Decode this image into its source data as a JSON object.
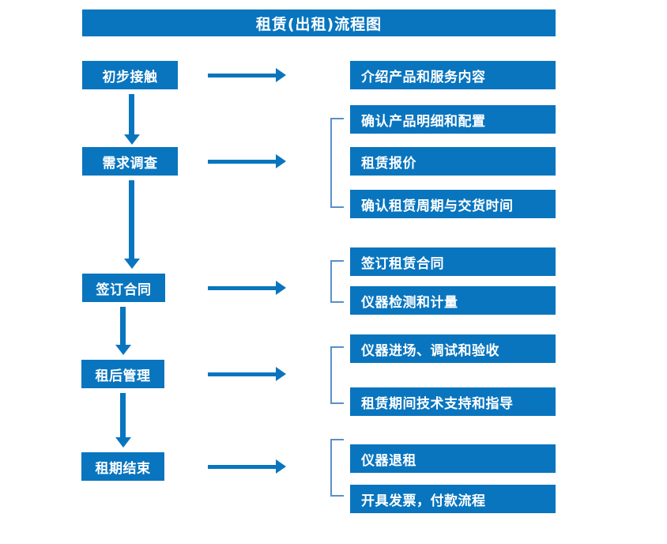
{
  "title": "租赁(出租)流程图",
  "colors": {
    "box_fill": "#0975BF",
    "box_text": "#FFFFFF",
    "arrow": "#0975BF",
    "bracket": "#5B8FC9",
    "background": "#FFFFFF"
  },
  "stages": [
    {
      "label": "初步接触"
    },
    {
      "label": "需求调查"
    },
    {
      "label": "签订合同"
    },
    {
      "label": "租后管理"
    },
    {
      "label": "租期结束"
    }
  ],
  "details": [
    {
      "label": "介绍产品和服务内容"
    },
    {
      "label": "确认产品明细和配置"
    },
    {
      "label": "租赁报价"
    },
    {
      "label": "确认租赁周期与交货时间"
    },
    {
      "label": "签订租赁合同"
    },
    {
      "label": "仪器检测和计量"
    },
    {
      "label": "仪器进场、调试和验收"
    },
    {
      "label": "租赁期间技术支持和指导"
    },
    {
      "label": "仪器退租"
    },
    {
      "label": "开具发票，付款流程"
    }
  ],
  "chart_data": {
    "type": "diagram",
    "title": "租赁(出租)流程图",
    "orientation": "vertical-left-stages-with-right-details",
    "nodes": [
      {
        "id": "s1",
        "column": "stage",
        "label": "初步接触"
      },
      {
        "id": "s2",
        "column": "stage",
        "label": "需求调查"
      },
      {
        "id": "s3",
        "column": "stage",
        "label": "签订合同"
      },
      {
        "id": "s4",
        "column": "stage",
        "label": "租后管理"
      },
      {
        "id": "s5",
        "column": "stage",
        "label": "租期结束"
      },
      {
        "id": "d1",
        "column": "detail",
        "label": "介绍产品和服务内容"
      },
      {
        "id": "d2",
        "column": "detail",
        "label": "确认产品明细和配置"
      },
      {
        "id": "d3",
        "column": "detail",
        "label": "租赁报价"
      },
      {
        "id": "d4",
        "column": "detail",
        "label": "确认租赁周期与交货时间"
      },
      {
        "id": "d5",
        "column": "detail",
        "label": "签订租赁合同"
      },
      {
        "id": "d6",
        "column": "detail",
        "label": "仪器检测和计量"
      },
      {
        "id": "d7",
        "column": "detail",
        "label": "仪器进场、调试和验收"
      },
      {
        "id": "d8",
        "column": "detail",
        "label": "租赁期间技术支持和指导"
      },
      {
        "id": "d9",
        "column": "detail",
        "label": "仪器退租"
      },
      {
        "id": "d10",
        "column": "detail",
        "label": "开具发票，付款流程"
      }
    ],
    "edges": [
      {
        "from": "s1",
        "to": "s2",
        "type": "down-arrow"
      },
      {
        "from": "s2",
        "to": "s3",
        "type": "down-arrow"
      },
      {
        "from": "s3",
        "to": "s4",
        "type": "down-arrow"
      },
      {
        "from": "s4",
        "to": "s5",
        "type": "down-arrow"
      },
      {
        "from": "s1",
        "to": "d1",
        "type": "right-arrow"
      },
      {
        "from": "s2",
        "to": "d2,d3,d4",
        "type": "right-arrow-bracket"
      },
      {
        "from": "s3",
        "to": "d5,d6",
        "type": "right-arrow-bracket"
      },
      {
        "from": "s4",
        "to": "d7,d8",
        "type": "right-arrow-bracket"
      },
      {
        "from": "s5",
        "to": "d9,d10",
        "type": "right-arrow-bracket"
      }
    ]
  }
}
